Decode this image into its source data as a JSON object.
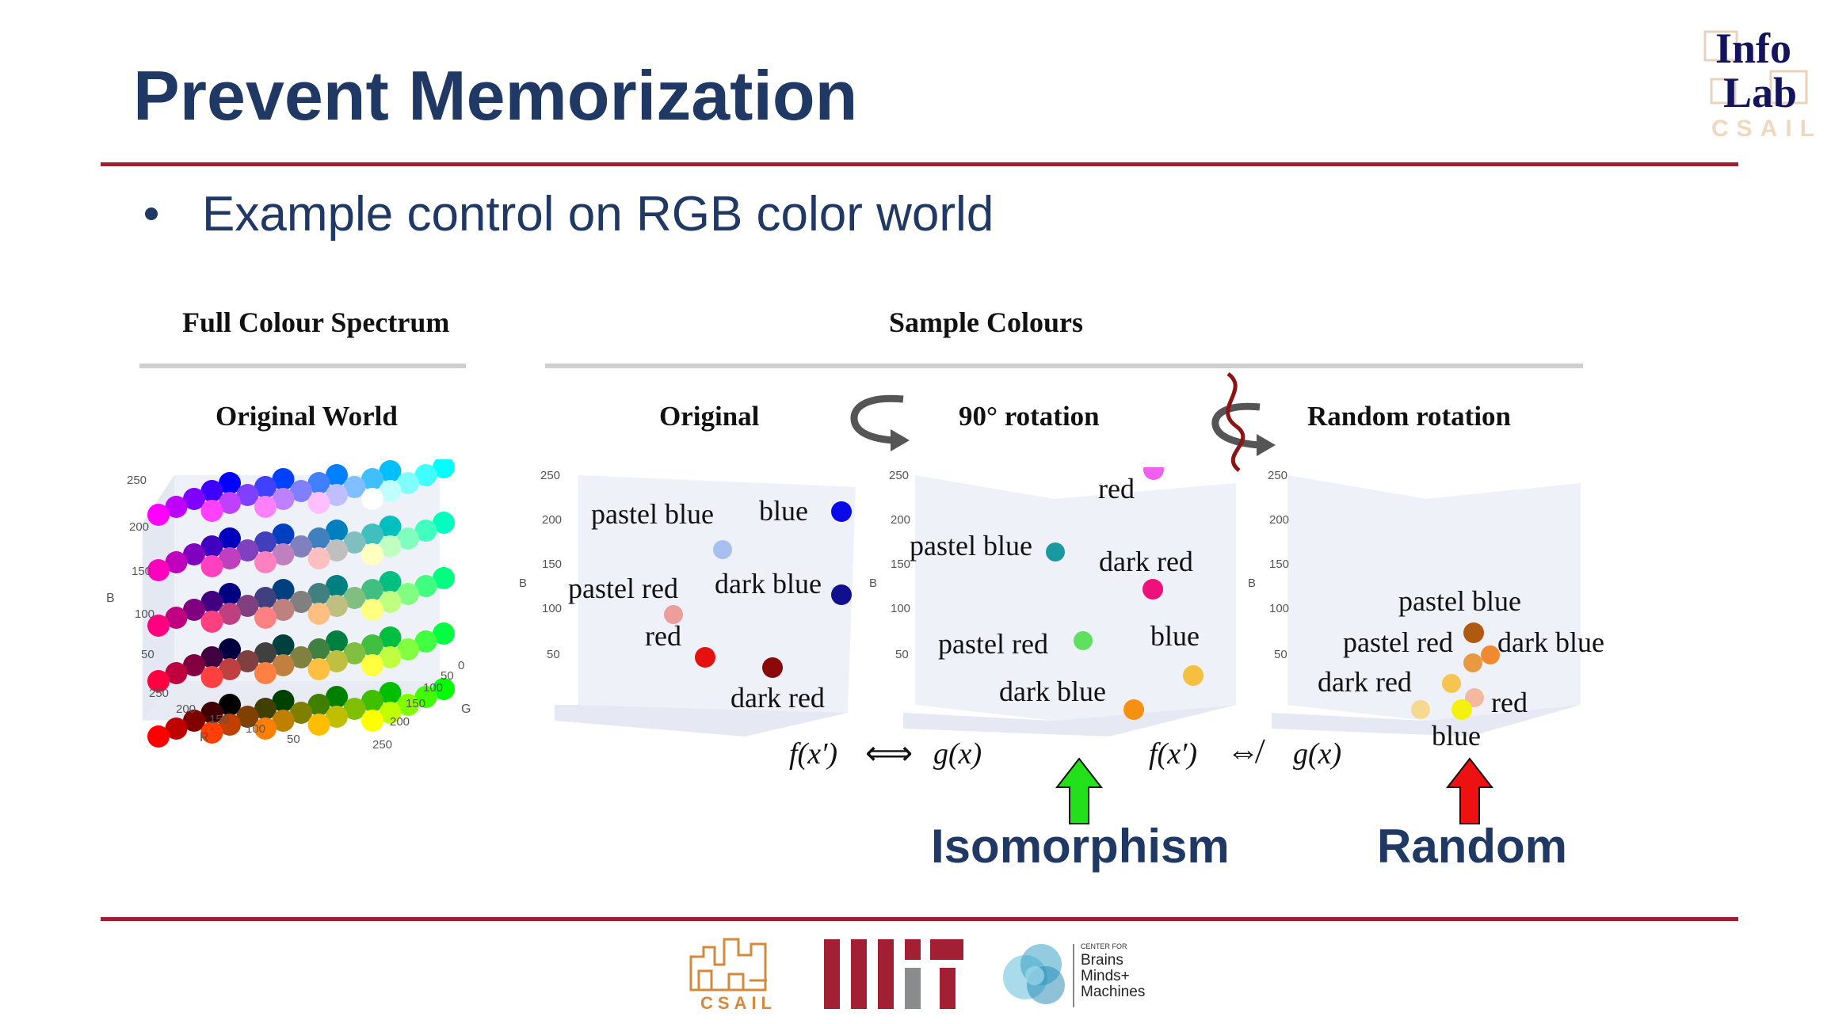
{
  "slide": {
    "title": "Prevent Memorization",
    "bullet": "Example control on RGB color world"
  },
  "logo_infolab": {
    "line1": "Info",
    "line2": "Lab",
    "line3": "CSAIL"
  },
  "figure": {
    "full_spectrum_header": "Full Colour Spectrum",
    "sample_colours_header": "Sample Colours",
    "original_world_title": "Original World",
    "original_title": "Original",
    "rotation90_title": "90° rotation",
    "random_rotation_title": "Random rotation",
    "axes": {
      "r": "R",
      "g": "G",
      "b": "B"
    },
    "ticks": [
      "250",
      "200",
      "150",
      "100",
      "50",
      "0"
    ],
    "original_labels": {
      "pastel_blue": "pastel blue",
      "blue": "blue",
      "pastel_red": "pastel red",
      "dark_blue": "dark blue",
      "red": "red",
      "dark_red": "dark red"
    },
    "rotation90_labels": {
      "red": "red",
      "pastel_blue": "pastel blue",
      "dark_red": "dark red",
      "blue": "blue",
      "pastel_red": "pastel red",
      "dark_blue": "dark blue"
    },
    "random_labels": {
      "pastel_blue": "pastel blue",
      "pastel_red": "pastel red",
      "dark_blue": "dark blue",
      "dark_red": "dark red",
      "red": "red",
      "blue": "blue"
    },
    "iso_formula": {
      "f": "f(x′)",
      "rel": "⟺",
      "g": "g(x)"
    },
    "rand_formula": {
      "f": "f(x′)",
      "rel": "⇎",
      "g": "g(x)"
    },
    "isomorphism_label": "Isomorphism",
    "random_label": "Random",
    "arrow_colors": {
      "isomorphism": "#22e01a",
      "random": "#ee1111"
    }
  },
  "footer": {
    "csail": "CSAIL",
    "cbmm_line0": "CENTER FOR",
    "cbmm_line1": "Brains",
    "cbmm_line2": "Minds+",
    "cbmm_line3": "Machines"
  },
  "colors": {
    "title": "#1f3864",
    "rule": "#a51c30"
  }
}
